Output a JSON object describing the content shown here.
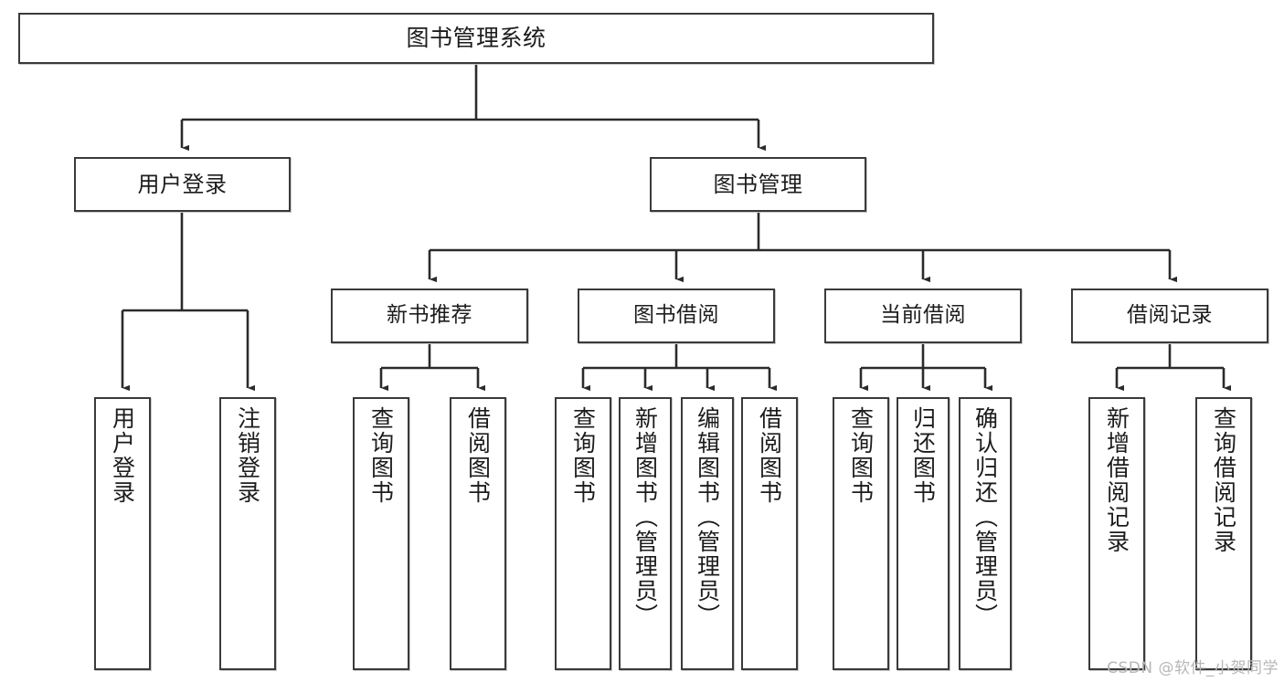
{
  "diagram": {
    "title": "图书管理系统",
    "type": "hierarchy-tree",
    "watermark": "CSDN @软件_小贺同学",
    "colors": {
      "background": "#ffffff",
      "box_border": "#3a3a3a",
      "box_fill": "#ffffff",
      "text": "#1c1c1c",
      "edge": "#2b2b2b",
      "watermark": "#b7b7b7"
    },
    "nodes": {
      "root": {
        "label": "图书管理系统"
      },
      "level2": [
        {
          "id": "user-login",
          "label": "用户登录"
        },
        {
          "id": "book-manage",
          "label": "图书管理"
        }
      ],
      "level3": [
        {
          "id": "new-book-recommend",
          "label": "新书推荐"
        },
        {
          "id": "book-borrow",
          "label": "图书借阅"
        },
        {
          "id": "current-borrow",
          "label": "当前借阅"
        },
        {
          "id": "borrow-record",
          "label": "借阅记录"
        }
      ],
      "leaves": [
        {
          "id": "leaf-user-login",
          "label": "用户登录",
          "parent": "user-login"
        },
        {
          "id": "leaf-logout-login",
          "label": "注销登录",
          "parent": "user-login"
        },
        {
          "id": "leaf-query-book-1",
          "label": "查询图书",
          "parent": "new-book-recommend"
        },
        {
          "id": "leaf-borrow-book-1",
          "label": "借阅图书",
          "parent": "new-book-recommend"
        },
        {
          "id": "leaf-query-book-2",
          "label": "查询图书",
          "parent": "book-borrow"
        },
        {
          "id": "leaf-add-book",
          "label": "新增图书（管理员）",
          "parent": "book-borrow"
        },
        {
          "id": "leaf-edit-book",
          "label": "编辑图书（管理员）",
          "parent": "book-borrow"
        },
        {
          "id": "leaf-borrow-book-2",
          "label": "借阅图书",
          "parent": "book-borrow"
        },
        {
          "id": "leaf-query-book-3",
          "label": "查询图书",
          "parent": "current-borrow"
        },
        {
          "id": "leaf-return-book",
          "label": "归还图书",
          "parent": "current-borrow"
        },
        {
          "id": "leaf-confirm-return",
          "label": "确认归还（管理员）",
          "parent": "current-borrow"
        },
        {
          "id": "leaf-add-record",
          "label": "新增借阅记录",
          "parent": "borrow-record"
        },
        {
          "id": "leaf-query-record",
          "label": "查询借阅记录",
          "parent": "borrow-record"
        }
      ]
    }
  }
}
